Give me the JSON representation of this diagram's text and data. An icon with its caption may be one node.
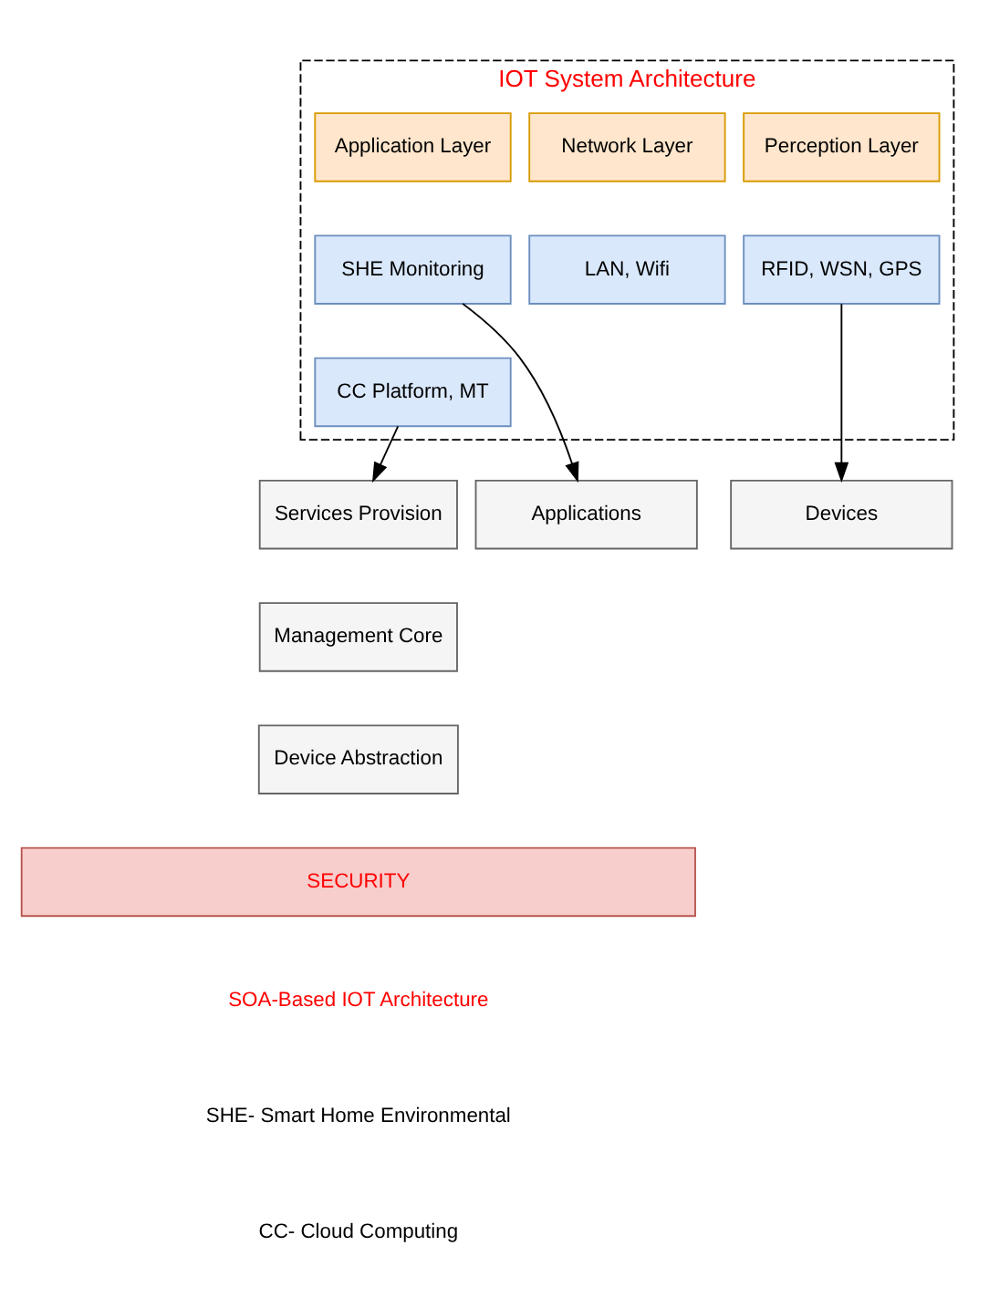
{
  "diagram": {
    "nodes": [
      {
        "text": [
          "IOT System Architecture"
        ]
      },
      {
        "text": [
          "Application Layer"
        ],
        "in": 0
      },
      {
        "text": [
          "Network Layer"
        ],
        "in": 0
      },
      {
        "text": [
          "Perception Layer"
        ],
        "in": 0
      },
      {
        "text": [
          "SHE Monitoring"
        ],
        "in": 0
      },
      {
        "text": [
          "CC Platform, MT"
        ],
        "in": 0
      },
      {
        "text": [
          "LAN, Wifi"
        ],
        "in": 0
      },
      {
        "text": [
          "RFID, WSN, GPS"
        ],
        "in": 0
      },
      {
        "text": [
          "Applications"
        ]
      },
      {
        "text": [
          "Services Provision"
        ]
      },
      {
        "text": [
          "Management Core"
        ]
      },
      {
        "text": [
          "Device Abstraction"
        ]
      },
      {
        "text": [
          "Devices"
        ]
      },
      {
        "text": [
          "SECURITY"
        ]
      }
    ],
    "edges": [
      {
        "from": 4,
        "to": 8,
        "arrow": "to"
      },
      {
        "from": 5,
        "to": 9,
        "arrow": "to"
      },
      {
        "from": 7,
        "to": 12,
        "arrow": "to"
      }
    ],
    "labels": [
      "SOA-Based IOT Architecture",
      "SHE- Smart Home Environmental",
      "CC- Cloud Computing"
    ]
  }
}
